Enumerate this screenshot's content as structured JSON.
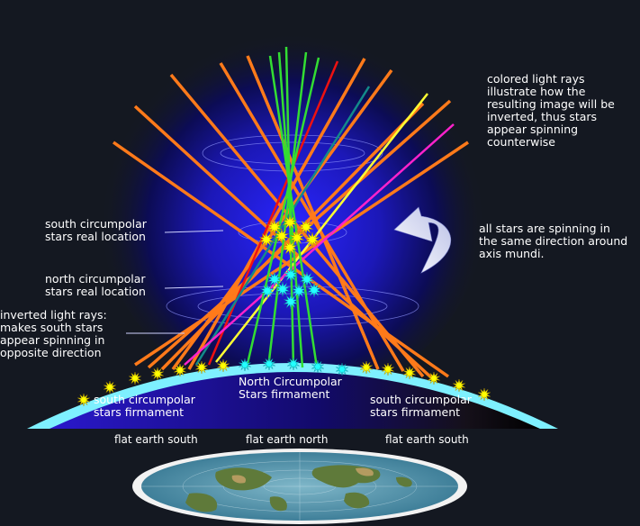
{
  "annotations": {
    "colored_rays": "colored light rays\nillustrate how the\nresulting image will be\ninverted, thus stars\nappear spinning\ncounterwise",
    "spinning": "all stars are spinning in\nthe same direction around\naxis mundi.",
    "south_real": "south circumpolar\nstars real location",
    "north_real": "north circumpolar\nstars real location",
    "inverted": "inverted light rays:\nmakes south stars\nappear spinning in\nopposite direction"
  },
  "firmament_labels": {
    "south_left": "south circumpolar\nstars firmament",
    "north_center": "North Circumpolar\nStars firmament",
    "south_right": "south circumpolar\nstars firmament"
  },
  "map_labels": {
    "left": "flat earth south",
    "center": "flat earth north",
    "right": "flat earth south"
  },
  "colors": {
    "background": "#141821",
    "glow": "#2a25ff",
    "ray_orange": "#ff7a1a",
    "ray_green": "#33dd33",
    "ray_red": "#ee1111",
    "ray_teal": "#138a8a",
    "ray_yellow": "#ffff33",
    "ray_magenta": "#ff22cc",
    "firmament": "#7ef0ff",
    "star_yellow": "#ffff00",
    "star_cyan": "#22ffff",
    "ocean": "#5d9bb3"
  }
}
